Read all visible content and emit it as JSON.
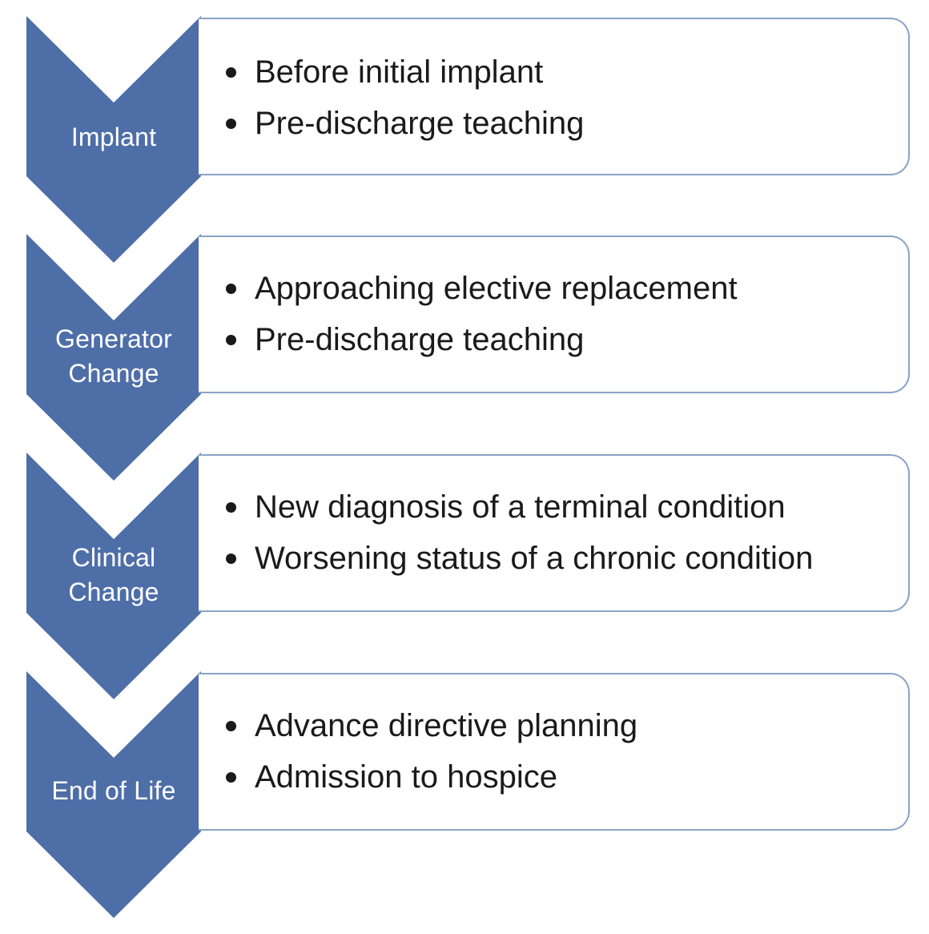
{
  "accent_color": "#4e6ea8",
  "border_color": "#8aa3c7",
  "stages": [
    {
      "label_lines": [
        "Implant"
      ],
      "items": [
        "Before initial implant",
        "Pre-discharge teaching"
      ]
    },
    {
      "label_lines": [
        "Generator",
        "Change"
      ],
      "items": [
        "Approaching elective replacement",
        "Pre-discharge teaching"
      ]
    },
    {
      "label_lines": [
        "Clinical",
        "Change"
      ],
      "items": [
        "New diagnosis of a terminal condition",
        "Worsening status of a chronic condition"
      ]
    },
    {
      "label_lines": [
        "End of Life"
      ],
      "items": [
        "Advance directive planning",
        "Admission to hospice"
      ]
    }
  ]
}
